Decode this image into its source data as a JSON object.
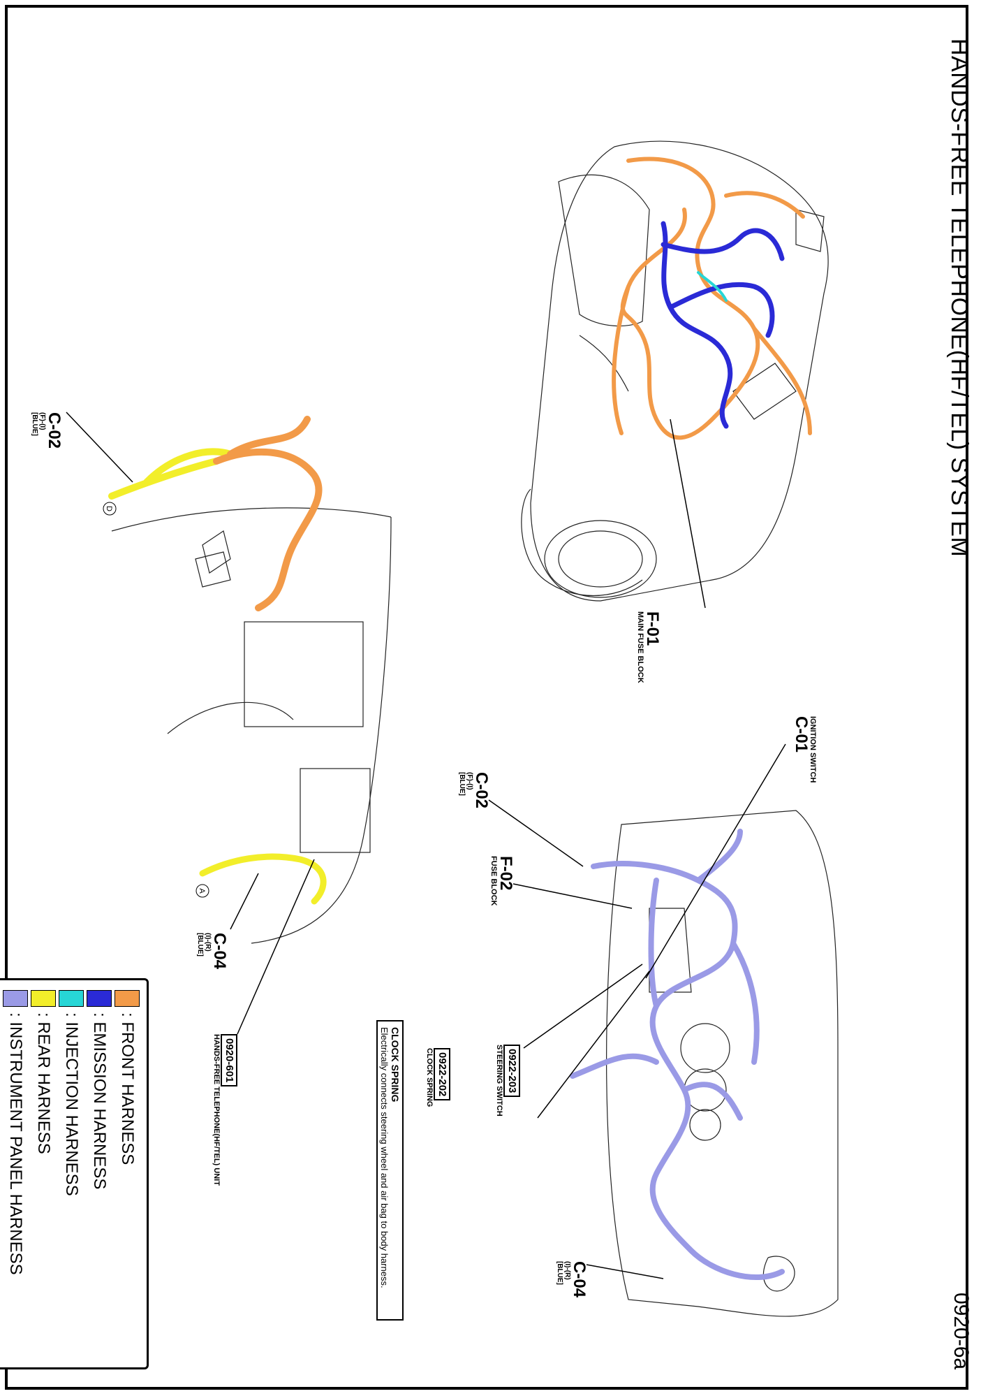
{
  "header": {
    "title": "HANDS-FREE TELEPHONE(HF/TEL) SYSTEM",
    "page_code": "0920-6a"
  },
  "colors": {
    "front": "#f29a48",
    "emission": "#2a2ad6",
    "injection": "#27d6d6",
    "rear": "#f2ee2a",
    "instrument": "#9a9ae6"
  },
  "legend": [
    {
      "key": "front",
      "label": ": FRONT HARNESS"
    },
    {
      "key": "emission",
      "label": ": EMISSION HARNESS"
    },
    {
      "key": "injection",
      "label": ": INJECTION HARNESS"
    },
    {
      "key": "rear",
      "label": ": REAR HARNESS"
    },
    {
      "key": "instrument",
      "label": ": INSTRUMENT PANEL HARNESS"
    }
  ],
  "connectors": {
    "c02_left": {
      "id": "C-02",
      "pin": "(F)-(I)",
      "color": "[BLUE]"
    },
    "c02_right": {
      "id": "C-02",
      "pin": "(F)-(I)",
      "color": "[BLUE]"
    },
    "c04_left": {
      "id": "C-04",
      "pin": "(I)-(R)",
      "color": "[BLUE]"
    },
    "c04_right": {
      "id": "C-04",
      "pin": "(I)-(R)",
      "color": "[BLUE]"
    },
    "c01": {
      "id": "C-01",
      "name": "IGNITION SWITCH"
    },
    "f01": {
      "id": "F-01",
      "name": "MAIN FUSE BLOCK"
    },
    "f02": {
      "id": "F-02",
      "name": "FUSE BLOCK"
    }
  },
  "components": {
    "unit": {
      "code": "0920-601",
      "name": "HANDS-FREE TELEPHONE(HF/TEL) UNIT"
    },
    "steering_switch": {
      "code": "0922-203",
      "name": "STEERING SWITCH"
    },
    "clock_spring": {
      "code": "0922-202",
      "name": "CLOCK SPRING"
    }
  },
  "note": {
    "title": "CLOCK SPRING",
    "text": "Electrically connects steering wheel and air bag to body harness."
  },
  "markers": {
    "a": "A",
    "d": "D"
  }
}
